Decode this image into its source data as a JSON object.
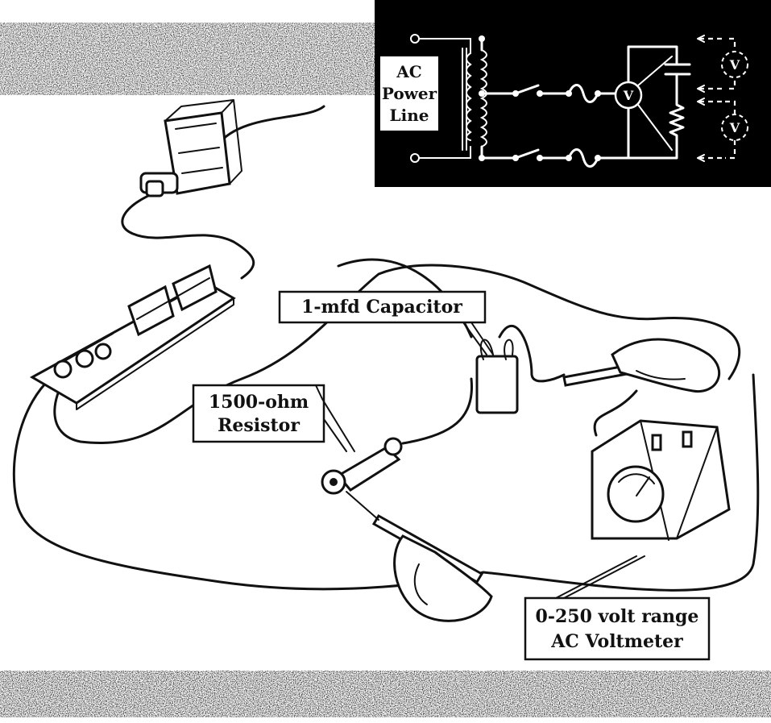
{
  "schematic": {
    "power_label_lines": [
      "AC",
      "Power",
      "Line"
    ],
    "meter_symbol": "V",
    "colors": {
      "panel": "#000000",
      "line": "#ffffff"
    }
  },
  "callouts": {
    "capacitor": "1-mfd Capacitor",
    "resistor_lines": [
      "1500-ohm",
      "Resistor"
    ],
    "voltmeter_lines": [
      "0-250 volt range",
      "AC Voltmeter"
    ]
  }
}
